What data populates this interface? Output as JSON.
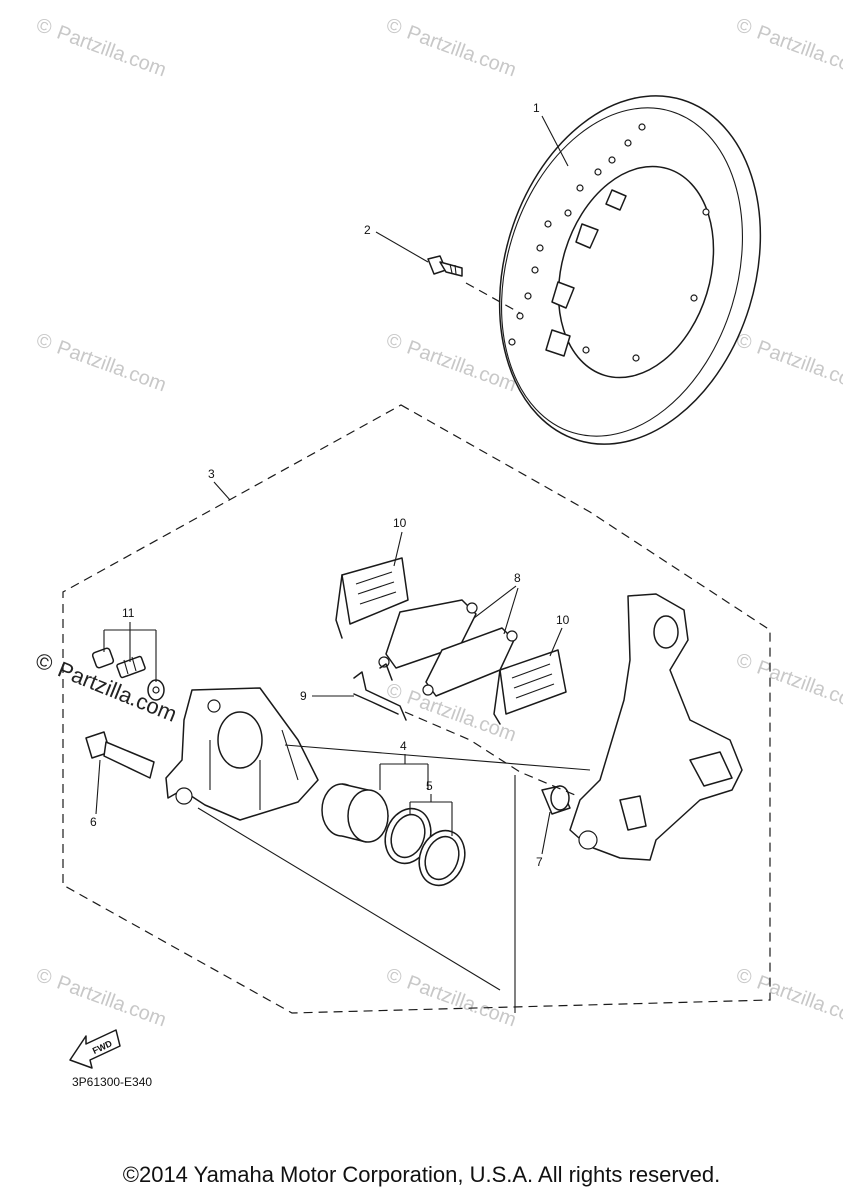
{
  "watermark": {
    "symbol": "©",
    "text": "Partzilla.com"
  },
  "callouts": [
    "1",
    "2",
    "3",
    "4",
    "5",
    "6",
    "7",
    "8",
    "9",
    "10",
    "10",
    "11"
  ],
  "fwd_label": "FWD",
  "diagram_code": "3P61300-E340",
  "copyright": "©2014 Yamaha Motor Corporation, U.S.A. All rights reserved."
}
